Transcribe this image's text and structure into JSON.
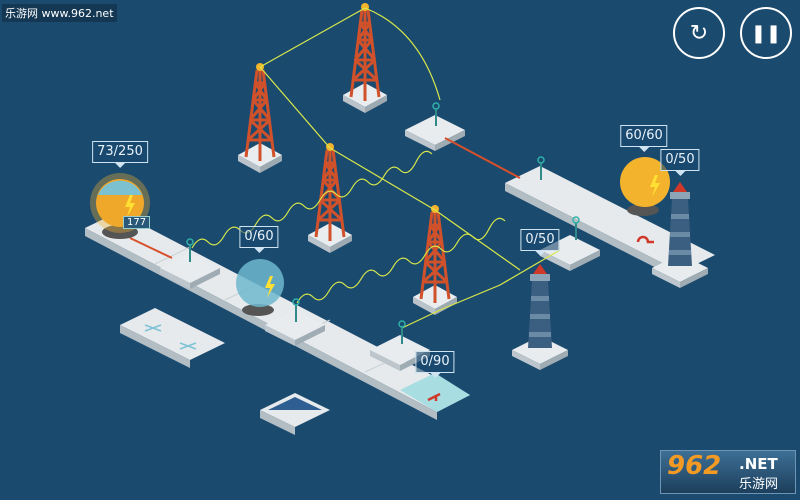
{
  "watermark": "乐游网 www.962.net",
  "logo": {
    "number": "962",
    "suffix": ".NET",
    "chinese": "乐游网"
  },
  "controls": {
    "restart_icon": "↻",
    "pause_icon": "❚❚"
  },
  "labels": {
    "main_bulb": "73/250",
    "main_bulb_sub": "177",
    "bulb_blue": "0/60",
    "bulb_yellow": "60/60",
    "lighthouse_right": "0/50",
    "lighthouse_mid": "0/50",
    "key_tile": "0/90"
  },
  "colors": {
    "background": "#1b4a6f",
    "tower": "#d0512a",
    "wave": "#d8e84a",
    "tile": "#e8ecee",
    "bulb_on": "#f3b32c",
    "bulb_off": "#6fb7cf"
  }
}
